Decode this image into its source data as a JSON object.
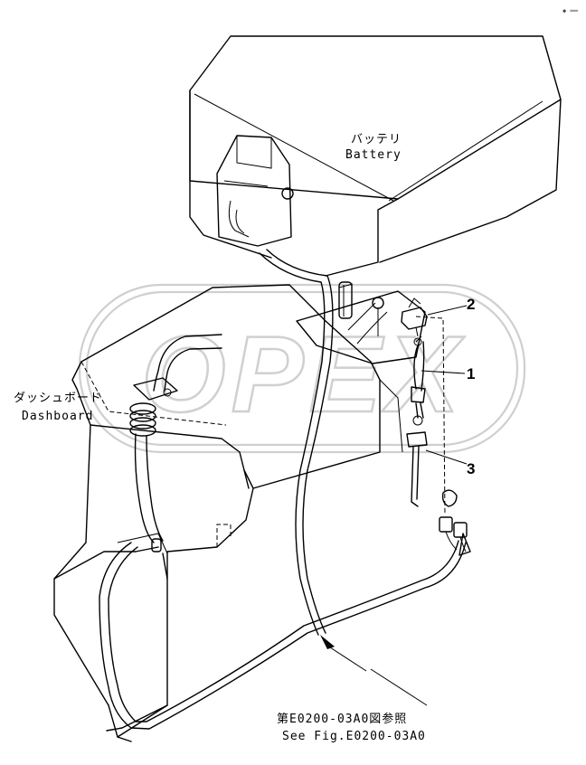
{
  "labels": {
    "battery_jp": "バッテリ",
    "battery_en": "Battery",
    "dashboard_jp": "ダッシュボード",
    "dashboard_en": "Dashboard",
    "ref_jp": "第E0200-03A0図参照",
    "ref_en": "See Fig.E0200-03A0"
  },
  "callouts": [
    "1",
    "2",
    "3"
  ],
  "watermark": "OPEX",
  "corner_mark": "◆ ══"
}
